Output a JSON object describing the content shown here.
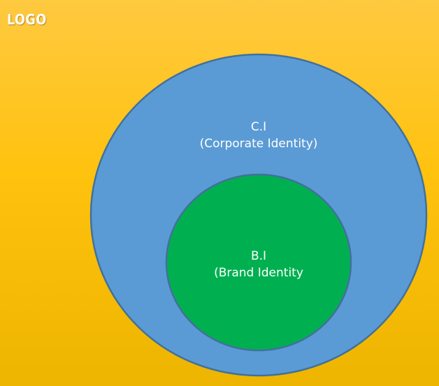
{
  "logo": {
    "text": "LOGO"
  },
  "colors": {
    "background_top": "#FFC940",
    "background_bottom": "#EDB500",
    "outer_circle_fill": "#5B9BD5",
    "outer_circle_stroke": "#41719C",
    "inner_circle_fill": "#00B050",
    "inner_circle_stroke": "#41719C",
    "text": "#FFFFFF"
  },
  "diagram": {
    "outer": {
      "line1": "C.I",
      "line2": "(Corporate Identity)"
    },
    "inner": {
      "line1": "B.I",
      "line2": "(Brand Identity"
    }
  }
}
